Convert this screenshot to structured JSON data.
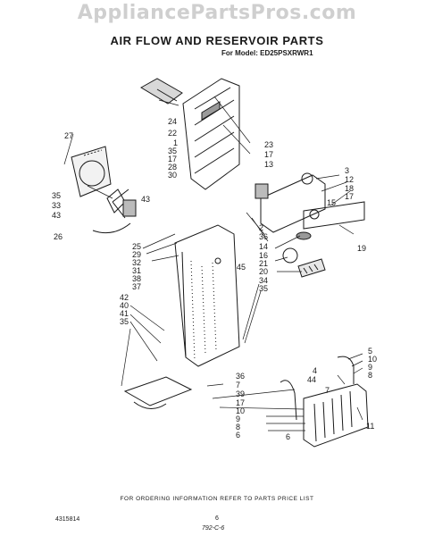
{
  "watermark": "AppliancePartsPros.com",
  "title": "AIR FLOW AND RESERVOIR PARTS",
  "model": "For Model: ED25PSXRWR1",
  "footer": {
    "note": "FOR ORDERING INFORMATION REFER TO PARTS PRICE LIST",
    "doc_number": "4315814",
    "page": "6",
    "code": "792-C-6"
  },
  "callouts": [
    {
      "id": "c24",
      "text": "24"
    },
    {
      "id": "c22",
      "text": "22"
    },
    {
      "id": "c1",
      "text": "1"
    },
    {
      "id": "c35a",
      "text": "35"
    },
    {
      "id": "c17a",
      "text": "17"
    },
    {
      "id": "c28",
      "text": "28"
    },
    {
      "id": "c30",
      "text": "30"
    },
    {
      "id": "c23",
      "text": "23"
    },
    {
      "id": "c17b",
      "text": "17"
    },
    {
      "id": "c13",
      "text": "13"
    },
    {
      "id": "c27",
      "text": "27"
    },
    {
      "id": "c35b",
      "text": "35"
    },
    {
      "id": "c33",
      "text": "33"
    },
    {
      "id": "c43a",
      "text": "43"
    },
    {
      "id": "c43b",
      "text": "43"
    },
    {
      "id": "c26",
      "text": "26"
    },
    {
      "id": "c3",
      "text": "3"
    },
    {
      "id": "c12",
      "text": "12"
    },
    {
      "id": "c18",
      "text": "18"
    },
    {
      "id": "c17c",
      "text": "17"
    },
    {
      "id": "c15",
      "text": "15"
    },
    {
      "id": "c2",
      "text": "2"
    },
    {
      "id": "c36a",
      "text": "36"
    },
    {
      "id": "c14",
      "text": "14"
    },
    {
      "id": "c16",
      "text": "16"
    },
    {
      "id": "c21",
      "text": "21"
    },
    {
      "id": "c20",
      "text": "20"
    },
    {
      "id": "c19",
      "text": "19"
    },
    {
      "id": "c45",
      "text": "45"
    },
    {
      "id": "c25",
      "text": "25"
    },
    {
      "id": "c29",
      "text": "29"
    },
    {
      "id": "c32",
      "text": "32"
    },
    {
      "id": "c31",
      "text": "31"
    },
    {
      "id": "c38",
      "text": "38"
    },
    {
      "id": "c37",
      "text": "37"
    },
    {
      "id": "c34",
      "text": "34"
    },
    {
      "id": "c35c",
      "text": "35"
    },
    {
      "id": "c42",
      "text": "42"
    },
    {
      "id": "c40",
      "text": "40"
    },
    {
      "id": "c41",
      "text": "41"
    },
    {
      "id": "c35d",
      "text": "35"
    },
    {
      "id": "c36b",
      "text": "36"
    },
    {
      "id": "c7a",
      "text": "7"
    },
    {
      "id": "c39",
      "text": "39"
    },
    {
      "id": "c17d",
      "text": "17"
    },
    {
      "id": "c10a",
      "text": "10"
    },
    {
      "id": "c9a",
      "text": "9"
    },
    {
      "id": "c8a",
      "text": "8"
    },
    {
      "id": "c6a",
      "text": "6"
    },
    {
      "id": "c5",
      "text": "5"
    },
    {
      "id": "c10b",
      "text": "10"
    },
    {
      "id": "c9b",
      "text": "9"
    },
    {
      "id": "c8b",
      "text": "8"
    },
    {
      "id": "c4",
      "text": "4"
    },
    {
      "id": "c44",
      "text": "44"
    },
    {
      "id": "c7b",
      "text": "7"
    },
    {
      "id": "c11",
      "text": "11"
    },
    {
      "id": "c6b",
      "text": "6"
    }
  ]
}
